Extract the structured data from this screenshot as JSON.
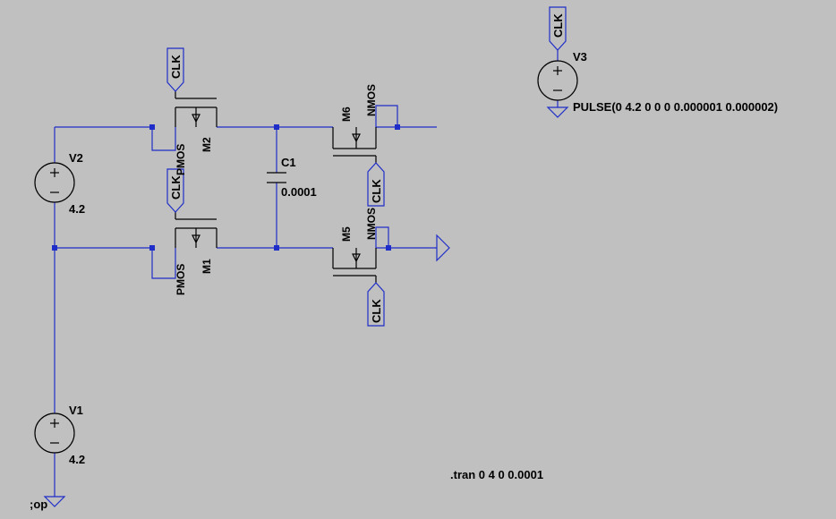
{
  "colors": {
    "background": "#c0c0c0",
    "wire": "#1f2ec8",
    "component": "#000000"
  },
  "net_label": "CLK",
  "components": {
    "v1": {
      "name": "V1",
      "value": "4.2"
    },
    "v2": {
      "name": "V2",
      "value": "4.2"
    },
    "v3": {
      "name": "V3",
      "value": "PULSE(0 4.2 0 0 0 0.000001 0.000002)"
    },
    "c1": {
      "name": "C1",
      "value": "0.0001"
    },
    "m1": {
      "name": "M1",
      "model": "PMOS"
    },
    "m2": {
      "name": "M2",
      "model": "PMOS"
    },
    "m5": {
      "name": "M5",
      "model": "NMOS"
    },
    "m6": {
      "name": "M6",
      "model": "NMOS"
    }
  },
  "directives": {
    "tran": ".tran 0 4 0 0.0001",
    "op": ";op"
  }
}
